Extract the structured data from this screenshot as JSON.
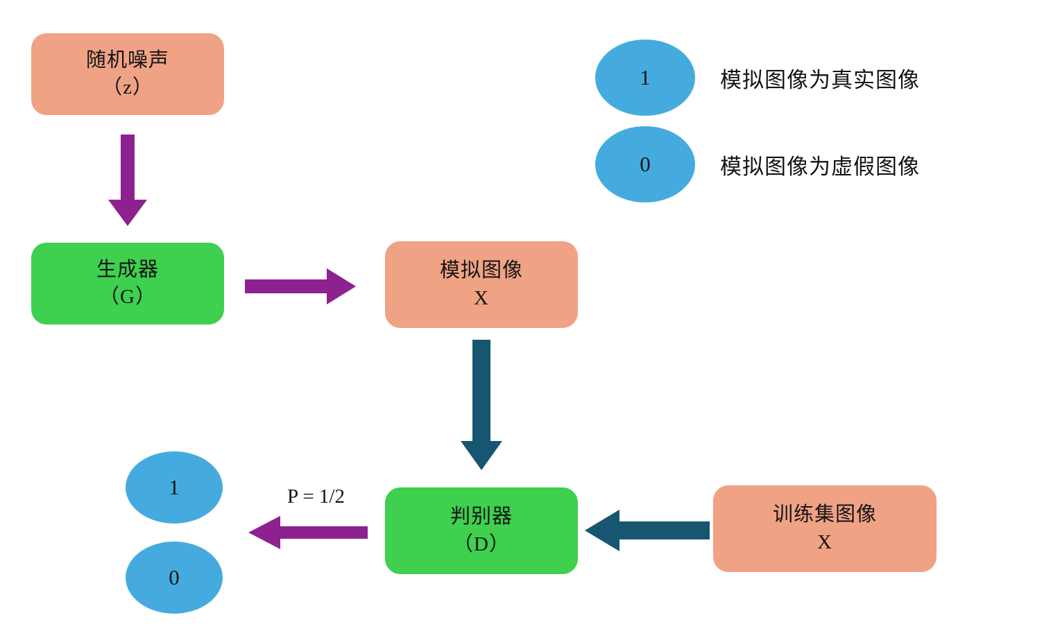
{
  "colors": {
    "background": "#ffffff",
    "box_orange": "#F0A285",
    "box_green": "#3ED04E",
    "ellipse_blue": "#45ABDE",
    "arrow_purple": "#8E2190",
    "arrow_teal": "#175670",
    "text": "#141414"
  },
  "nodes": {
    "random_noise": {
      "title": "随机噪声",
      "symbol": "（z）"
    },
    "generator": {
      "title": "生成器",
      "symbol": "（G）"
    },
    "simulated_image": {
      "title": "模拟图像",
      "symbol": "X"
    },
    "discriminator": {
      "title": "判别器",
      "symbol": "（D）"
    },
    "training_image": {
      "title": "训练集图像",
      "symbol": "X"
    }
  },
  "outputs": {
    "one": "1",
    "zero": "0",
    "probability": "P = 1/2"
  },
  "legend": {
    "items": [
      {
        "value": "1",
        "label": "模拟图像为真实图像"
      },
      {
        "value": "0",
        "label": "模拟图像为虚假图像"
      }
    ]
  },
  "arrows": {
    "noise_to_generator": "arrow-down-purple",
    "generator_to_simulated": "arrow-right-purple",
    "simulated_to_discriminator": "arrow-down-teal",
    "training_to_discriminator": "arrow-left-teal",
    "discriminator_to_outputs": "arrow-left-purple"
  }
}
